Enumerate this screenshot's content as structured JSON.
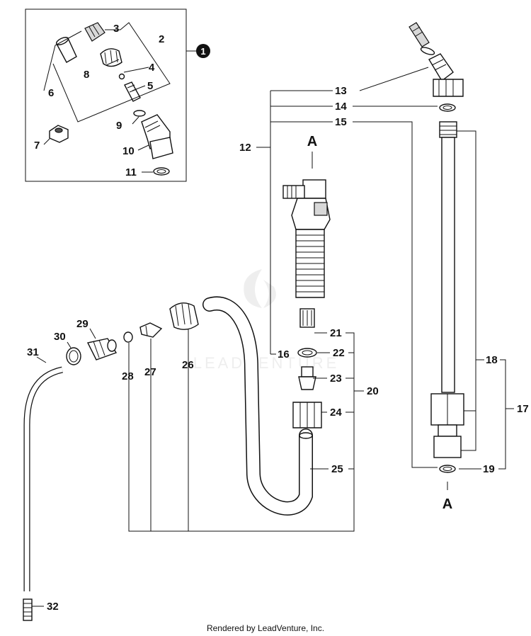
{
  "diagram": {
    "callout_badge": "1",
    "section_marker": "A",
    "watermark": "LEADVENTURE",
    "callouts": [
      "2",
      "3",
      "4",
      "5",
      "6",
      "7",
      "8",
      "9",
      "10",
      "11",
      "12",
      "13",
      "14",
      "15",
      "16",
      "17",
      "18",
      "19",
      "20",
      "21",
      "22",
      "23",
      "24",
      "25",
      "26",
      "27",
      "28",
      "29",
      "30",
      "31",
      "32"
    ]
  },
  "footer": {
    "text": "Rendered by LeadVenture, Inc."
  },
  "colors": {
    "line": "#111111",
    "background": "#ffffff",
    "watermark": "#e6e6e6"
  }
}
